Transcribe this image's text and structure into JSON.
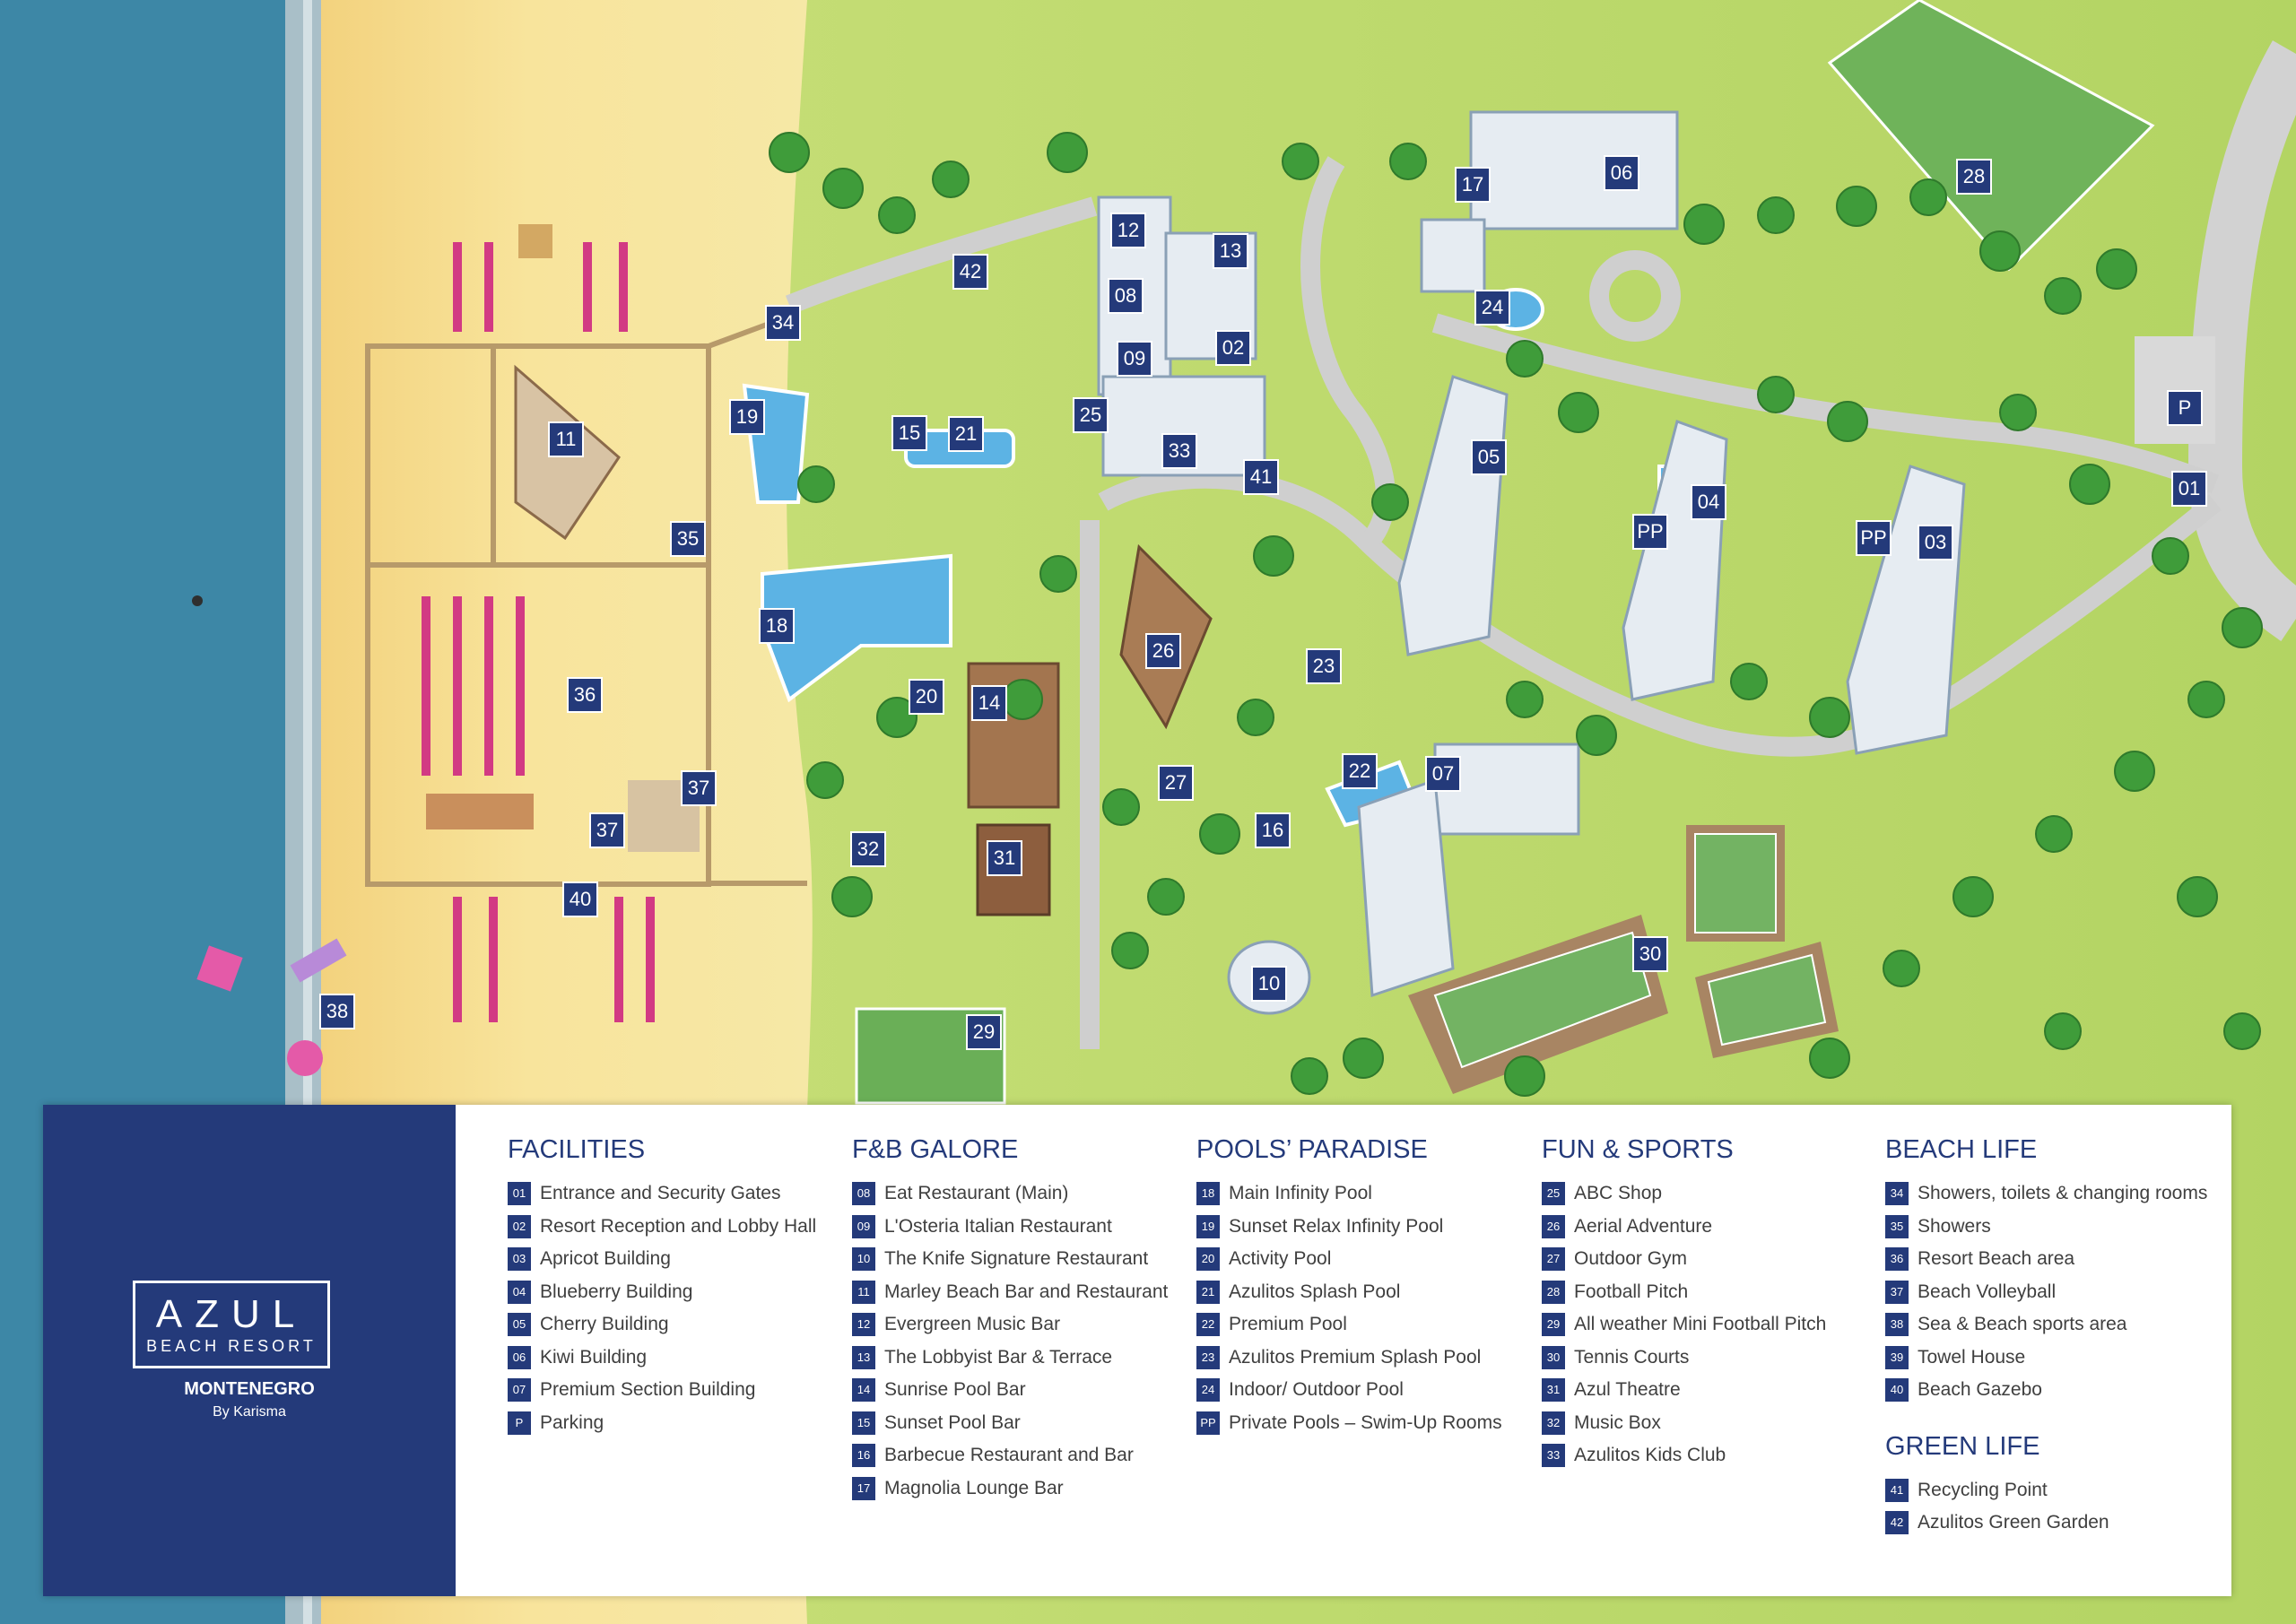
{
  "map_markers": {
    "01": "01",
    "03": "03",
    "04": "04",
    "05": "05",
    "06": "06",
    "07": "07",
    "08": "08",
    "09": "09",
    "10": "10",
    "11": "11",
    "12": "12",
    "13": "13",
    "14": "14",
    "15": "15",
    "16": "16",
    "17": "17",
    "18": "18",
    "19": "19",
    "20": "20",
    "21": "21",
    "22": "22",
    "23": "23",
    "24": "24",
    "25": "25",
    "26": "26",
    "27": "27",
    "28": "28",
    "29": "29",
    "30": "30",
    "31": "31",
    "32": "32",
    "33": "33",
    "34": "34",
    "35": "35",
    "36": "36",
    "37a": "37",
    "37b": "37",
    "38": "38",
    "40": "40",
    "41": "41",
    "42": "42",
    "02": "02",
    "P": "P",
    "PPa": "PP",
    "PPb": "PP"
  },
  "brand": {
    "logo_main": "AZUL",
    "logo_sub": "BEACH RESORT",
    "place": "MONTENEGRO",
    "by": "By Karisma"
  },
  "legend": {
    "facilities": {
      "title": "FACILITIES",
      "items": [
        {
          "code": "01",
          "label": "Entrance and Security Gates"
        },
        {
          "code": "02",
          "label": "Resort Reception and Lobby Hall"
        },
        {
          "code": "03",
          "label": "Apricot Building"
        },
        {
          "code": "04",
          "label": "Blueberry Building"
        },
        {
          "code": "05",
          "label": "Cherry Building"
        },
        {
          "code": "06",
          "label": "Kiwi Building"
        },
        {
          "code": "07",
          "label": "Premium Section Building"
        },
        {
          "code": "P",
          "label": "Parking"
        }
      ]
    },
    "fb": {
      "title": "F&B GALORE",
      "items": [
        {
          "code": "08",
          "label": "Eat Restaurant (Main)"
        },
        {
          "code": "09",
          "label": "L'Osteria Italian Restaurant"
        },
        {
          "code": "10",
          "label": "The Knife Signature Restaurant"
        },
        {
          "code": "11",
          "label": "Marley Beach Bar and Restaurant"
        },
        {
          "code": "12",
          "label": "Evergreen Music Bar"
        },
        {
          "code": "13",
          "label": "The Lobbyist Bar & Terrace"
        },
        {
          "code": "14",
          "label": "Sunrise Pool Bar"
        },
        {
          "code": "15",
          "label": "Sunset Pool Bar"
        },
        {
          "code": "16",
          "label": "Barbecue Restaurant and Bar"
        },
        {
          "code": "17",
          "label": "Magnolia Lounge Bar"
        }
      ]
    },
    "pools": {
      "title": "POOLS’ PARADISE",
      "items": [
        {
          "code": "18",
          "label": "Main Infinity Pool"
        },
        {
          "code": "19",
          "label": "Sunset Relax Infinity Pool"
        },
        {
          "code": "20",
          "label": "Activity Pool"
        },
        {
          "code": "21",
          "label": "Azulitos Splash Pool"
        },
        {
          "code": "22",
          "label": "Premium Pool"
        },
        {
          "code": "23",
          "label": "Azulitos Premium Splash Pool"
        },
        {
          "code": "24",
          "label": "Indoor/ Outdoor Pool"
        },
        {
          "code": "PP",
          "label": "Private Pools – Swim-Up Rooms"
        }
      ]
    },
    "fun": {
      "title": "FUN & SPORTS",
      "items": [
        {
          "code": "25",
          "label": "ABC Shop"
        },
        {
          "code": "26",
          "label": "Aerial Adventure"
        },
        {
          "code": "27",
          "label": "Outdoor Gym"
        },
        {
          "code": "28",
          "label": "Football Pitch"
        },
        {
          "code": "29",
          "label": "All weather Mini Football Pitch"
        },
        {
          "code": "30",
          "label": "Tennis Courts"
        },
        {
          "code": "31",
          "label": "Azul Theatre"
        },
        {
          "code": "32",
          "label": "Music Box"
        },
        {
          "code": "33",
          "label": "Azulitos Kids Club"
        }
      ]
    },
    "beach": {
      "title": "BEACH LIFE",
      "items": [
        {
          "code": "34",
          "label": "Showers, toilets & changing rooms"
        },
        {
          "code": "35",
          "label": "Showers"
        },
        {
          "code": "36",
          "label": "Resort Beach area"
        },
        {
          "code": "37",
          "label": "Beach Volleyball"
        },
        {
          "code": "38",
          "label": "Sea & Beach sports area"
        },
        {
          "code": "39",
          "label": "Towel House"
        },
        {
          "code": "40",
          "label": "Beach Gazebo"
        }
      ]
    },
    "green": {
      "title": "GREEN LIFE",
      "items": [
        {
          "code": "41",
          "label": "Recycling Point"
        },
        {
          "code": "42",
          "label": "Azulitos Green Garden"
        }
      ]
    }
  },
  "colors": {
    "navy": "#243a7a",
    "sea": "#3f8aa8",
    "sand": "#f4d98a",
    "grass": "#b9d86a",
    "path": "#c9c9c9"
  }
}
